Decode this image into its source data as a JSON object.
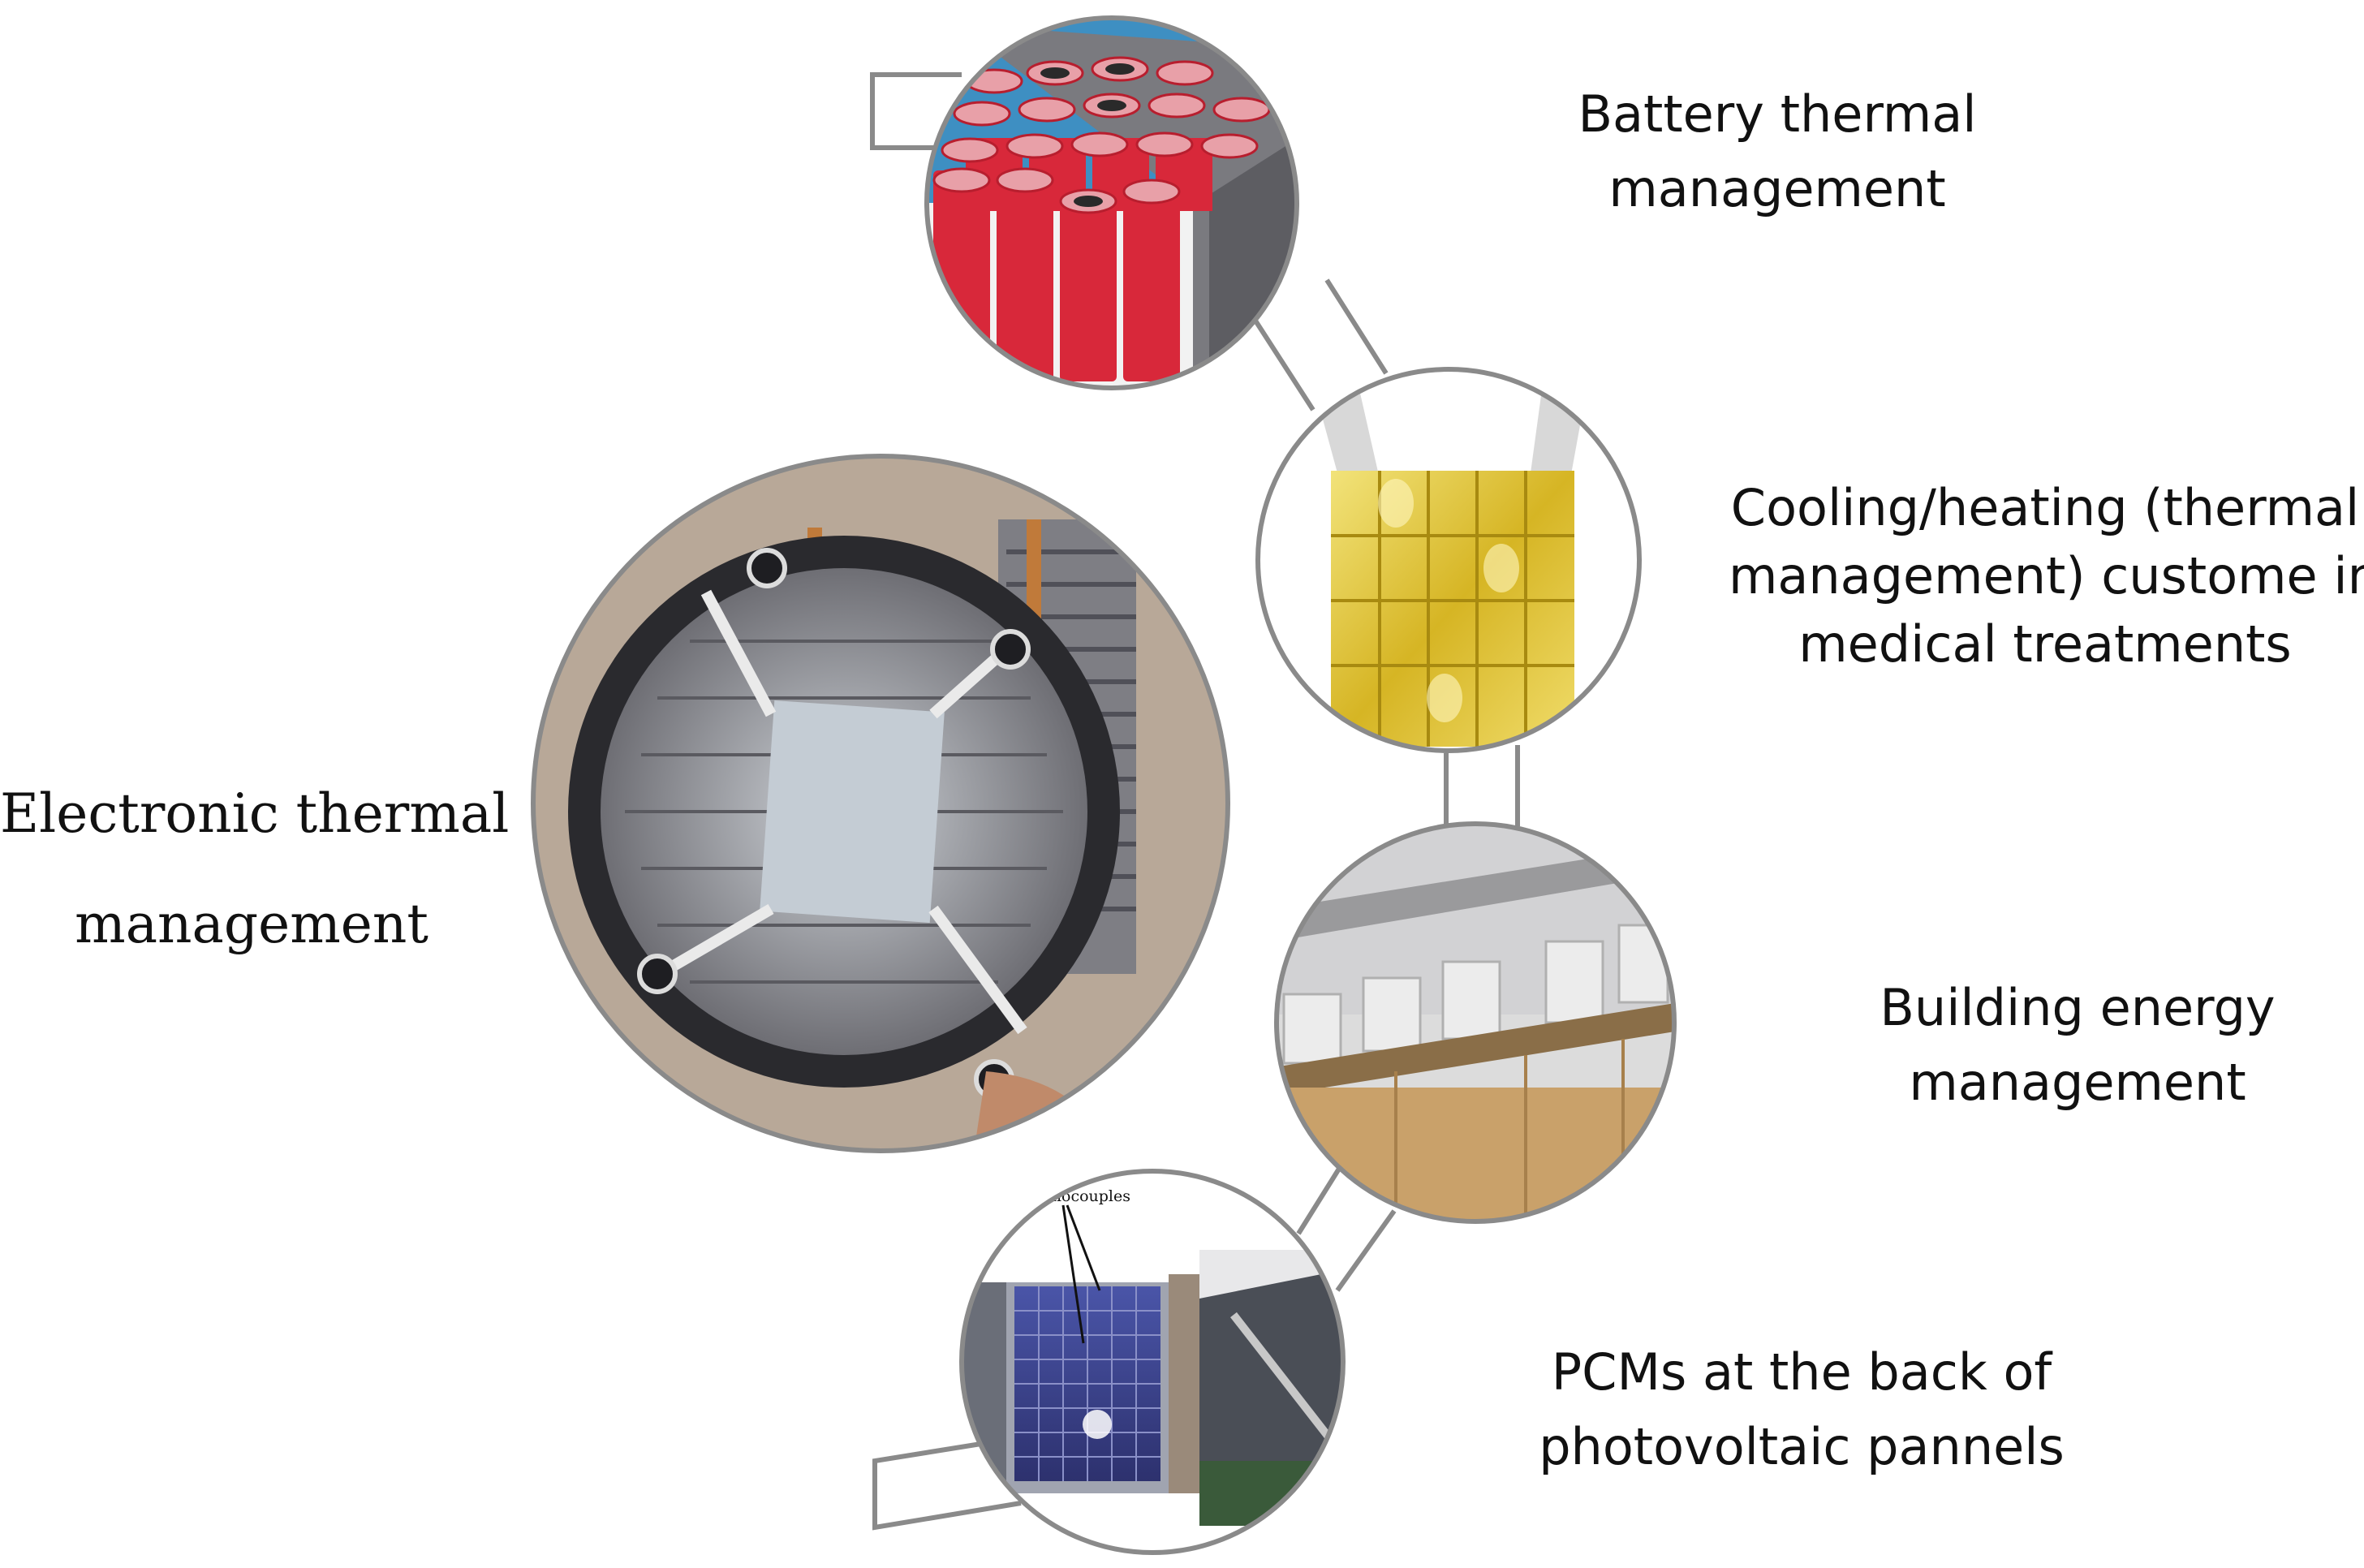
{
  "applications": [
    {
      "id": "battery",
      "icon": "battery-cells-icon",
      "lines": [
        "Battery thermal",
        "management"
      ]
    },
    {
      "id": "medical",
      "icon": "cooling-vest-icon",
      "lines": [
        "Cooling/heating (thermal",
        "management) custome in",
        "medical treatments"
      ]
    },
    {
      "id": "building",
      "icon": "building-wall-icon",
      "lines": [
        "Building energy",
        "management"
      ]
    },
    {
      "id": "pv",
      "icon": "solar-panel-icon",
      "lines": [
        "PCMs at the back of",
        "photovoltaic pannels"
      ]
    },
    {
      "id": "electronic",
      "icon": "heatsink-icon",
      "lines": [
        "Electronic thermal",
        "management"
      ]
    }
  ],
  "photo_annotation": "mocouples",
  "colors": {
    "ring": "#8a8a8a",
    "battery_cell": "#d8283a",
    "battery_rim": "#e8a0a8",
    "vest_gold": "#dcc232",
    "panel_blue": "#3a3f8c",
    "wood": "#c9a16a",
    "heatsink": "#a8a8ae"
  }
}
